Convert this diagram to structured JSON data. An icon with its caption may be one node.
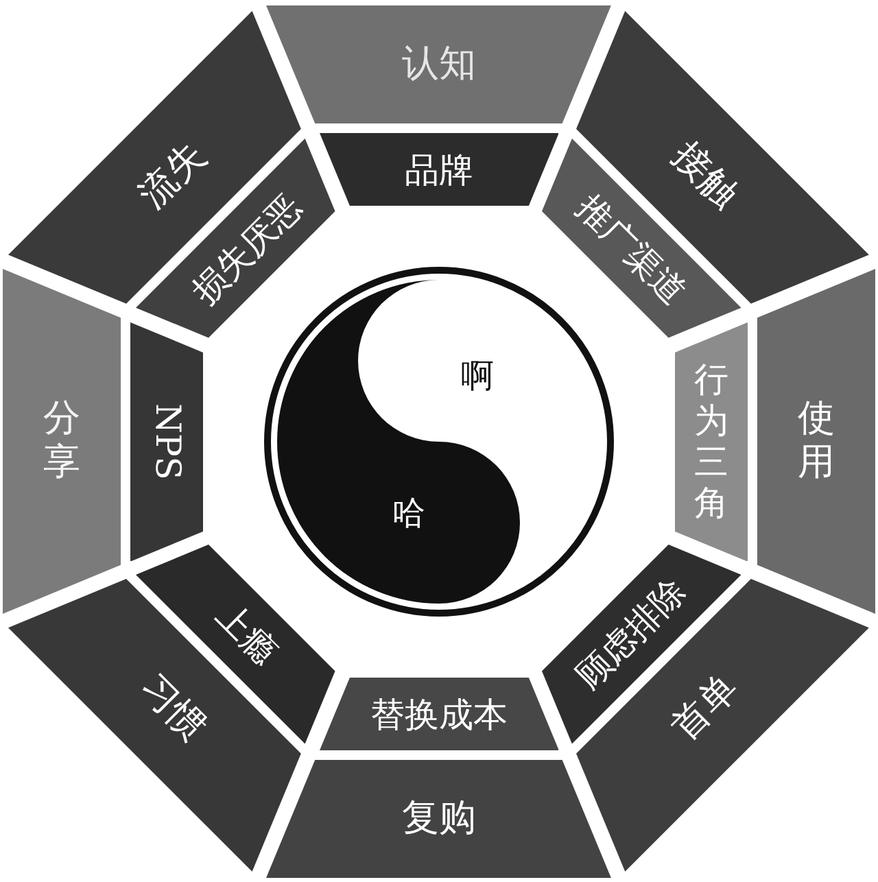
{
  "diagram": {
    "nodes": [
      {
        "text": [
          "认知"
        ]
      },
      {
        "text": [
          "接触"
        ]
      },
      {
        "text": [
          "使用"
        ]
      },
      {
        "text": [
          "首单"
        ]
      },
      {
        "text": [
          "复购"
        ]
      },
      {
        "text": [
          "习惯"
        ]
      },
      {
        "text": [
          "分享"
        ]
      },
      {
        "text": [
          "流失"
        ]
      },
      {
        "text": [
          "品牌"
        ]
      },
      {
        "text": [
          "推广渠道"
        ]
      },
      {
        "text": [
          "行为三角"
        ]
      },
      {
        "text": [
          "顾虑排除"
        ]
      },
      {
        "text": [
          "替换成本"
        ]
      },
      {
        "text": [
          "上瘾"
        ]
      },
      {
        "text": [
          "NPS"
        ]
      },
      {
        "text": [
          "损失厌恶"
        ]
      },
      {
        "text": [
          "啊",
          "哈"
        ]
      }
    ]
  }
}
